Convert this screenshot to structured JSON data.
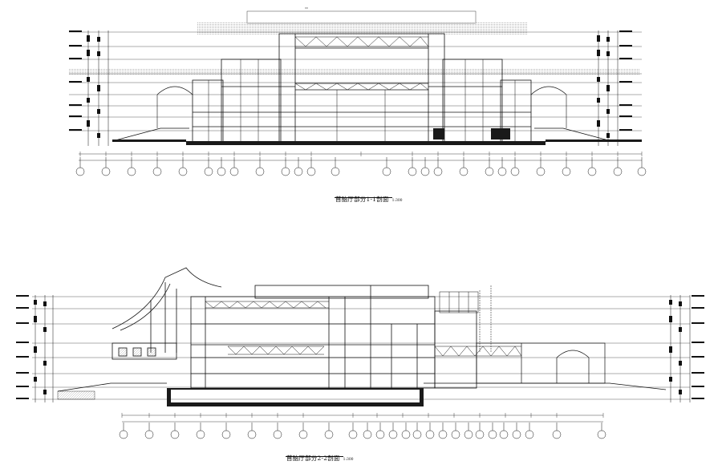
{
  "section_1": {
    "title": "首脑厅部分1-1剖面",
    "scale": "1:300"
  },
  "section_2": {
    "title": "首脑厅部分2-2剖面",
    "scale": "1:300"
  },
  "colors": {
    "line": "#111111",
    "fill_dark": "#1a1a1a",
    "hatch": "#9a9a9a",
    "background": "#ffffff"
  }
}
